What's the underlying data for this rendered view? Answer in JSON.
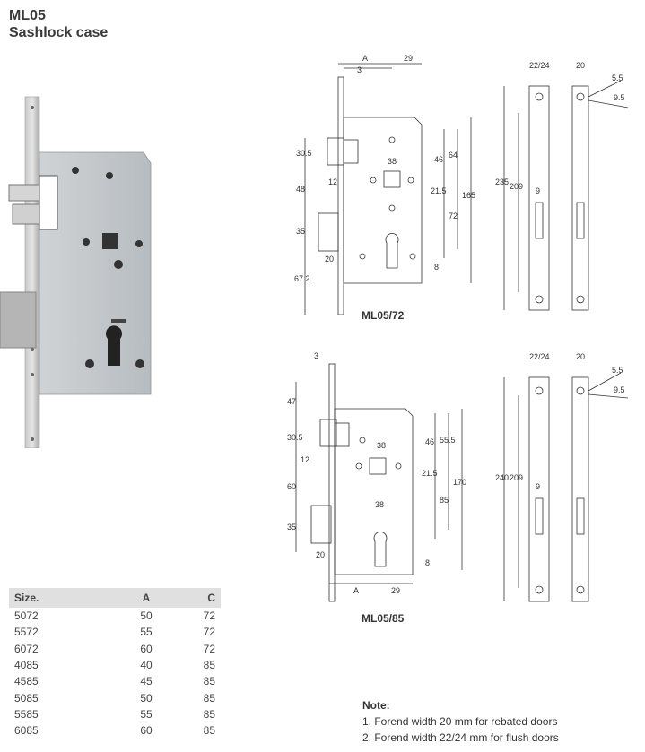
{
  "header": {
    "model": "ML05",
    "subtitle": "Sashlock case"
  },
  "drawing_72": {
    "caption": "ML05/72",
    "labels": {
      "A": "A",
      "d3": "3",
      "d29": "29",
      "d30_5": "30.5",
      "d48": "48",
      "d12": "12",
      "d35": "35",
      "d20": "20",
      "d67_2": "67.2",
      "d38": "38",
      "d46": "46",
      "d64": "64",
      "d21_5": "21.5",
      "d72": "72",
      "d165": "165",
      "d8": "8",
      "d235": "235",
      "d209": "209",
      "d22_24": "22/24",
      "d20b": "20",
      "d5_5": "5.5",
      "d9_5": "9.5",
      "d9": "9"
    }
  },
  "drawing_85": {
    "caption": "ML05/85",
    "labels": {
      "d3": "3",
      "d47": "47",
      "d30_5": "30.5",
      "d12": "12",
      "d60": "60",
      "d35": "35",
      "d20": "20",
      "d38a": "38",
      "d38b": "38",
      "d46": "46",
      "d55_5": "55.5",
      "d21_5": "21.5",
      "d85": "85",
      "d170": "170",
      "d8": "8",
      "A": "A",
      "d29": "29",
      "d240": "240",
      "d209": "209",
      "d22_24": "22/24",
      "d20b": "20",
      "d5_5": "5.5",
      "d9_5": "9.5",
      "d9": "9"
    }
  },
  "table": {
    "headers": [
      "Size.",
      "A",
      "C"
    ],
    "rows": [
      [
        "5072",
        "50",
        "72"
      ],
      [
        "5572",
        "55",
        "72"
      ],
      [
        "6072",
        "60",
        "72"
      ],
      [
        "4085",
        "40",
        "85"
      ],
      [
        "4585",
        "45",
        "85"
      ],
      [
        "5085",
        "50",
        "85"
      ],
      [
        "5585",
        "55",
        "85"
      ],
      [
        "6085",
        "60",
        "85"
      ]
    ]
  },
  "notes": {
    "heading": "Note:",
    "items": [
      "1. Forend width 20 mm for rebated doors",
      "2. Forend width 22/24 mm for flush doors"
    ]
  }
}
